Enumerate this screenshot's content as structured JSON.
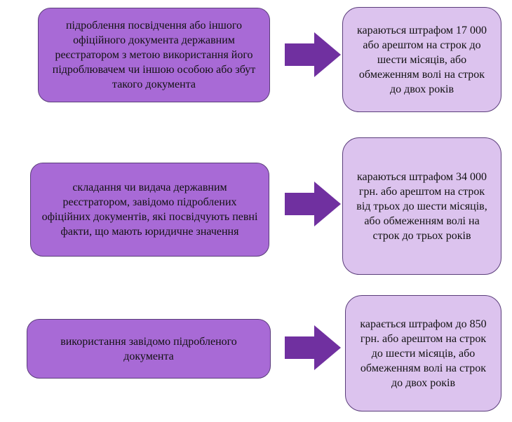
{
  "rows": [
    {
      "condition": "підроблення посвідчення або іншого офіційного документа державним реєстратором з метою використання його підроблювачем чи іншою особою або збут такого документа",
      "penalty": "караються штрафом 17 000 або арештом на строк до шести місяців, або обмеженням волі на строк до двох років"
    },
    {
      "condition": "складання чи видача державним реєстратором, завідомо підроблених офіційних документів, які посвідчують певні факти, що мають юридичне значення",
      "penalty": "караються штрафом 34 000 грн. або арештом на строк від трьох до шести місяців, або обмеженням волі на строк до трьох років"
    },
    {
      "condition": "використання завідомо підробленого документа",
      "penalty": "карається штрафом до 850 грн. або арештом на строк до шести місяців, або обмеженням волі на строк до двох років"
    }
  ],
  "colors": {
    "left_box": "#a86ad6",
    "right_box": "#dcc3ee",
    "arrow": "#7030a0"
  }
}
